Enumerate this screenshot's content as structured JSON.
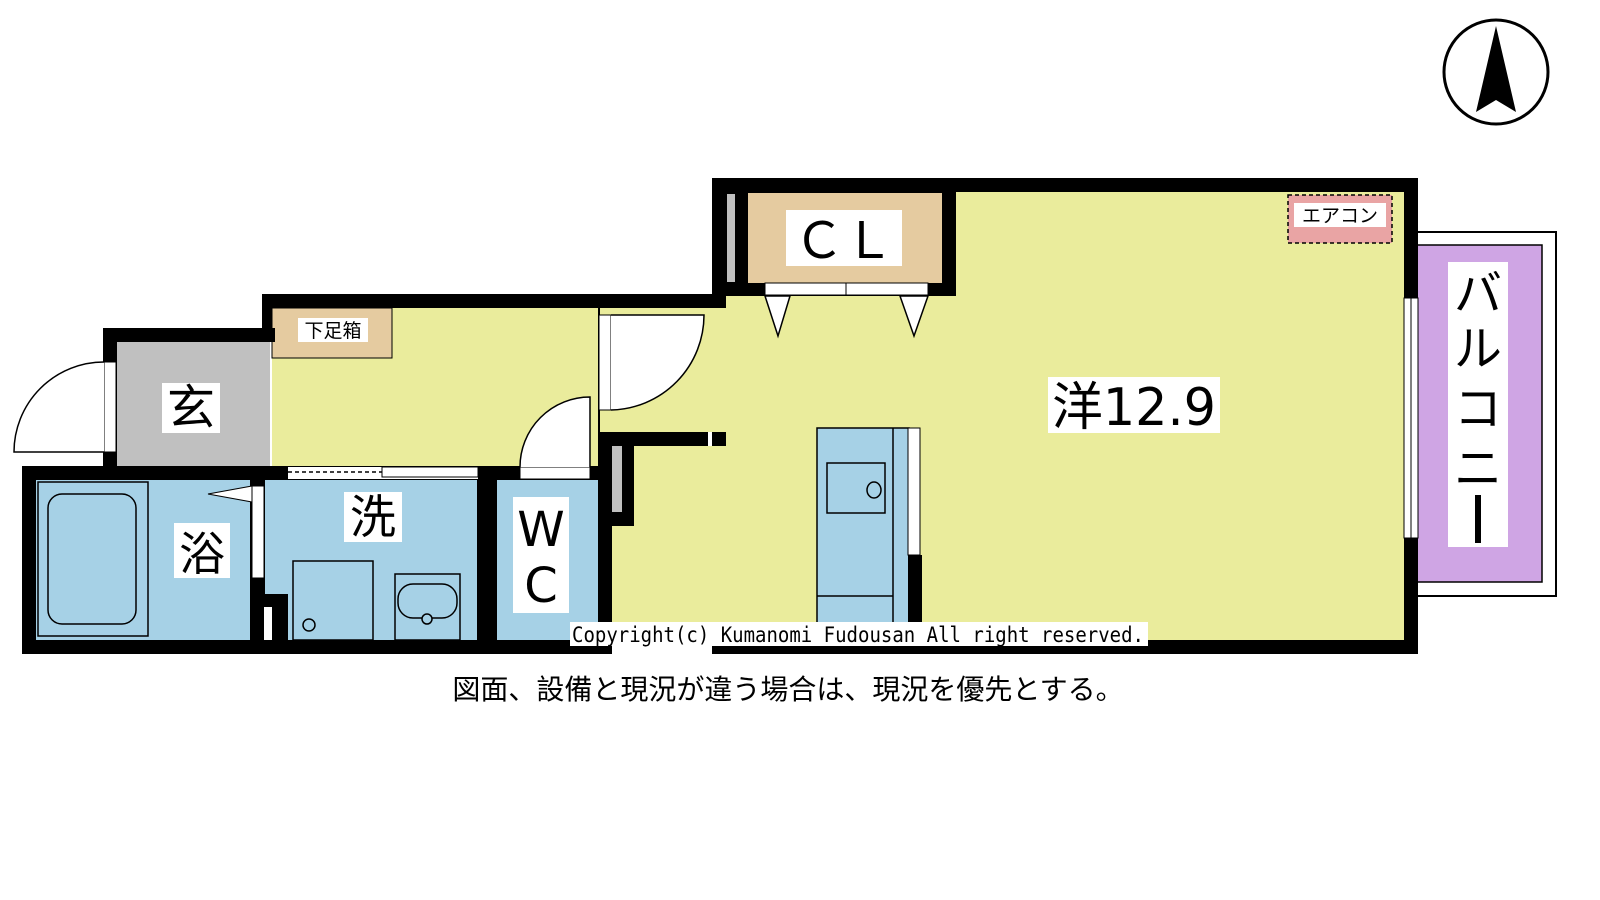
{
  "rooms": {
    "closet": "ＣＬ",
    "shoe_box": "下足箱",
    "entrance": "玄",
    "bath": "浴",
    "washroom": "洗",
    "toilet_line1": "W",
    "toilet_line2": "C",
    "western_room": "洋12.9",
    "air_conditioner": "エアコン",
    "balcony": [
      "バ",
      "ル",
      "コ",
      "ニ",
      "ー"
    ]
  },
  "copyright": "Copyright(c) Kumanomi Fudousan All right reserved.",
  "note": "図面、設備と現況が違う場合は、現況を優先とする。",
  "colors": {
    "main_room": "#eaec9c",
    "wet_area": "#a6d1e6",
    "entrance": "#c0c0c0",
    "closet": "#e5cba0",
    "balcony": "#cfa5e4",
    "aircon": "#e9a4a4"
  }
}
